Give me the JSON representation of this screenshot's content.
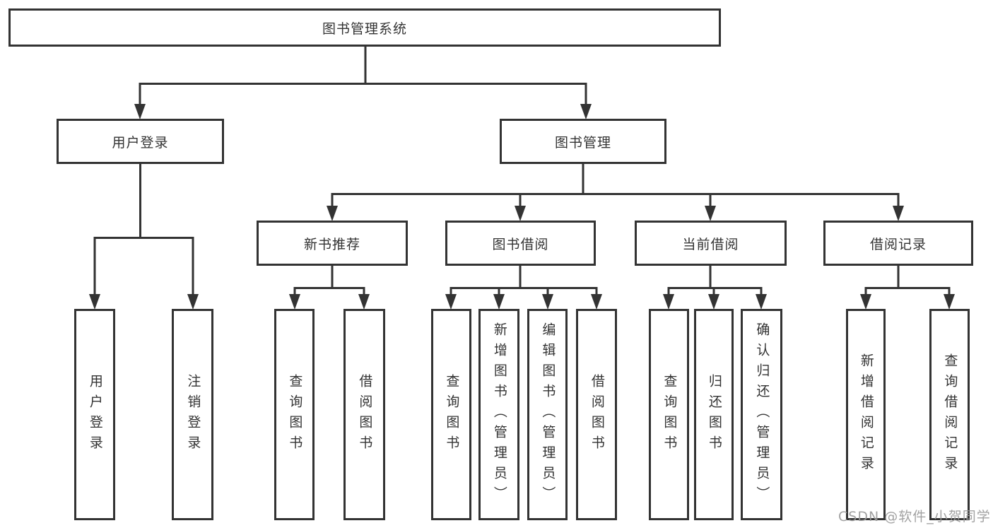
{
  "diagram": {
    "colors": {
      "line": "#333333",
      "node_border": "#333333",
      "node_text": "#333333",
      "background": "#ffffff",
      "watermark_text_color": "#9a9a9a"
    },
    "watermark": {
      "text": "CSDN @软件_小贺同学"
    },
    "tree": {
      "root": {
        "label": "图书管理系统"
      },
      "branches": [
        {
          "label": "用户登录",
          "children": [
            {
              "label": "用户登录"
            },
            {
              "label": "注销登录"
            }
          ]
        },
        {
          "label": "图书管理",
          "children": [
            {
              "label": "新书推荐",
              "children": [
                {
                  "label": "查询图书"
                },
                {
                  "label": "借阅图书"
                }
              ]
            },
            {
              "label": "图书借阅",
              "children": [
                {
                  "label": "查询图书"
                },
                {
                  "label": "新增图书（管理员）"
                },
                {
                  "label": "编辑图书（管理员）"
                },
                {
                  "label": "借阅图书"
                }
              ]
            },
            {
              "label": "当前借阅",
              "children": [
                {
                  "label": "查询图书"
                },
                {
                  "label": "归还图书"
                },
                {
                  "label": "确认归还（管理员）"
                }
              ]
            },
            {
              "label": "借阅记录",
              "children": [
                {
                  "label": "新增借阅记录"
                },
                {
                  "label": "查询借阅记录"
                }
              ]
            }
          ]
        }
      ]
    }
  }
}
